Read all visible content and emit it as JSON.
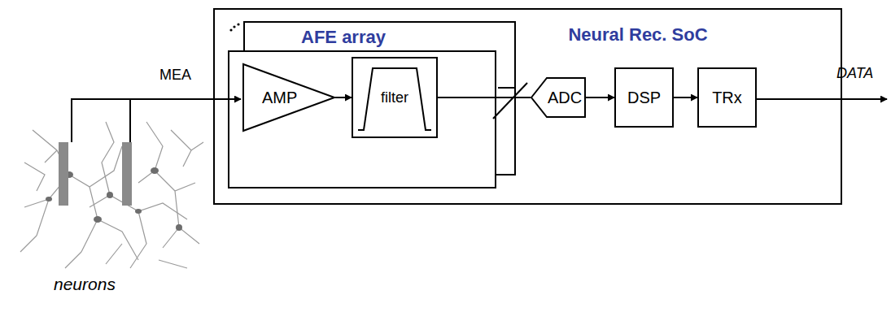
{
  "diagram": {
    "nodes": [
      {
        "text": [
          "Neural Rec. SoC"
        ]
      },
      {
        "text": [
          "AFE array"
        ],
        "in": 0
      },
      {
        "text": [
          "AMP"
        ],
        "in": 1
      },
      {
        "text": [
          "filter"
        ],
        "in": 1
      },
      {
        "text": [
          "ADC"
        ],
        "in": 0
      },
      {
        "text": [
          "DSP"
        ],
        "in": 0
      },
      {
        "text": [
          "TRx"
        ],
        "in": 0
      }
    ],
    "edges": [
      {
        "from": 2,
        "to": 3,
        "arrow": "to"
      },
      {
        "from": 3,
        "to": 4,
        "arrow": "none"
      },
      {
        "from": 4,
        "to": 5,
        "arrow": "to"
      },
      {
        "from": 5,
        "to": 6,
        "arrow": "to"
      }
    ],
    "labels": [
      "MEA",
      "DATA",
      "neurons"
    ]
  }
}
